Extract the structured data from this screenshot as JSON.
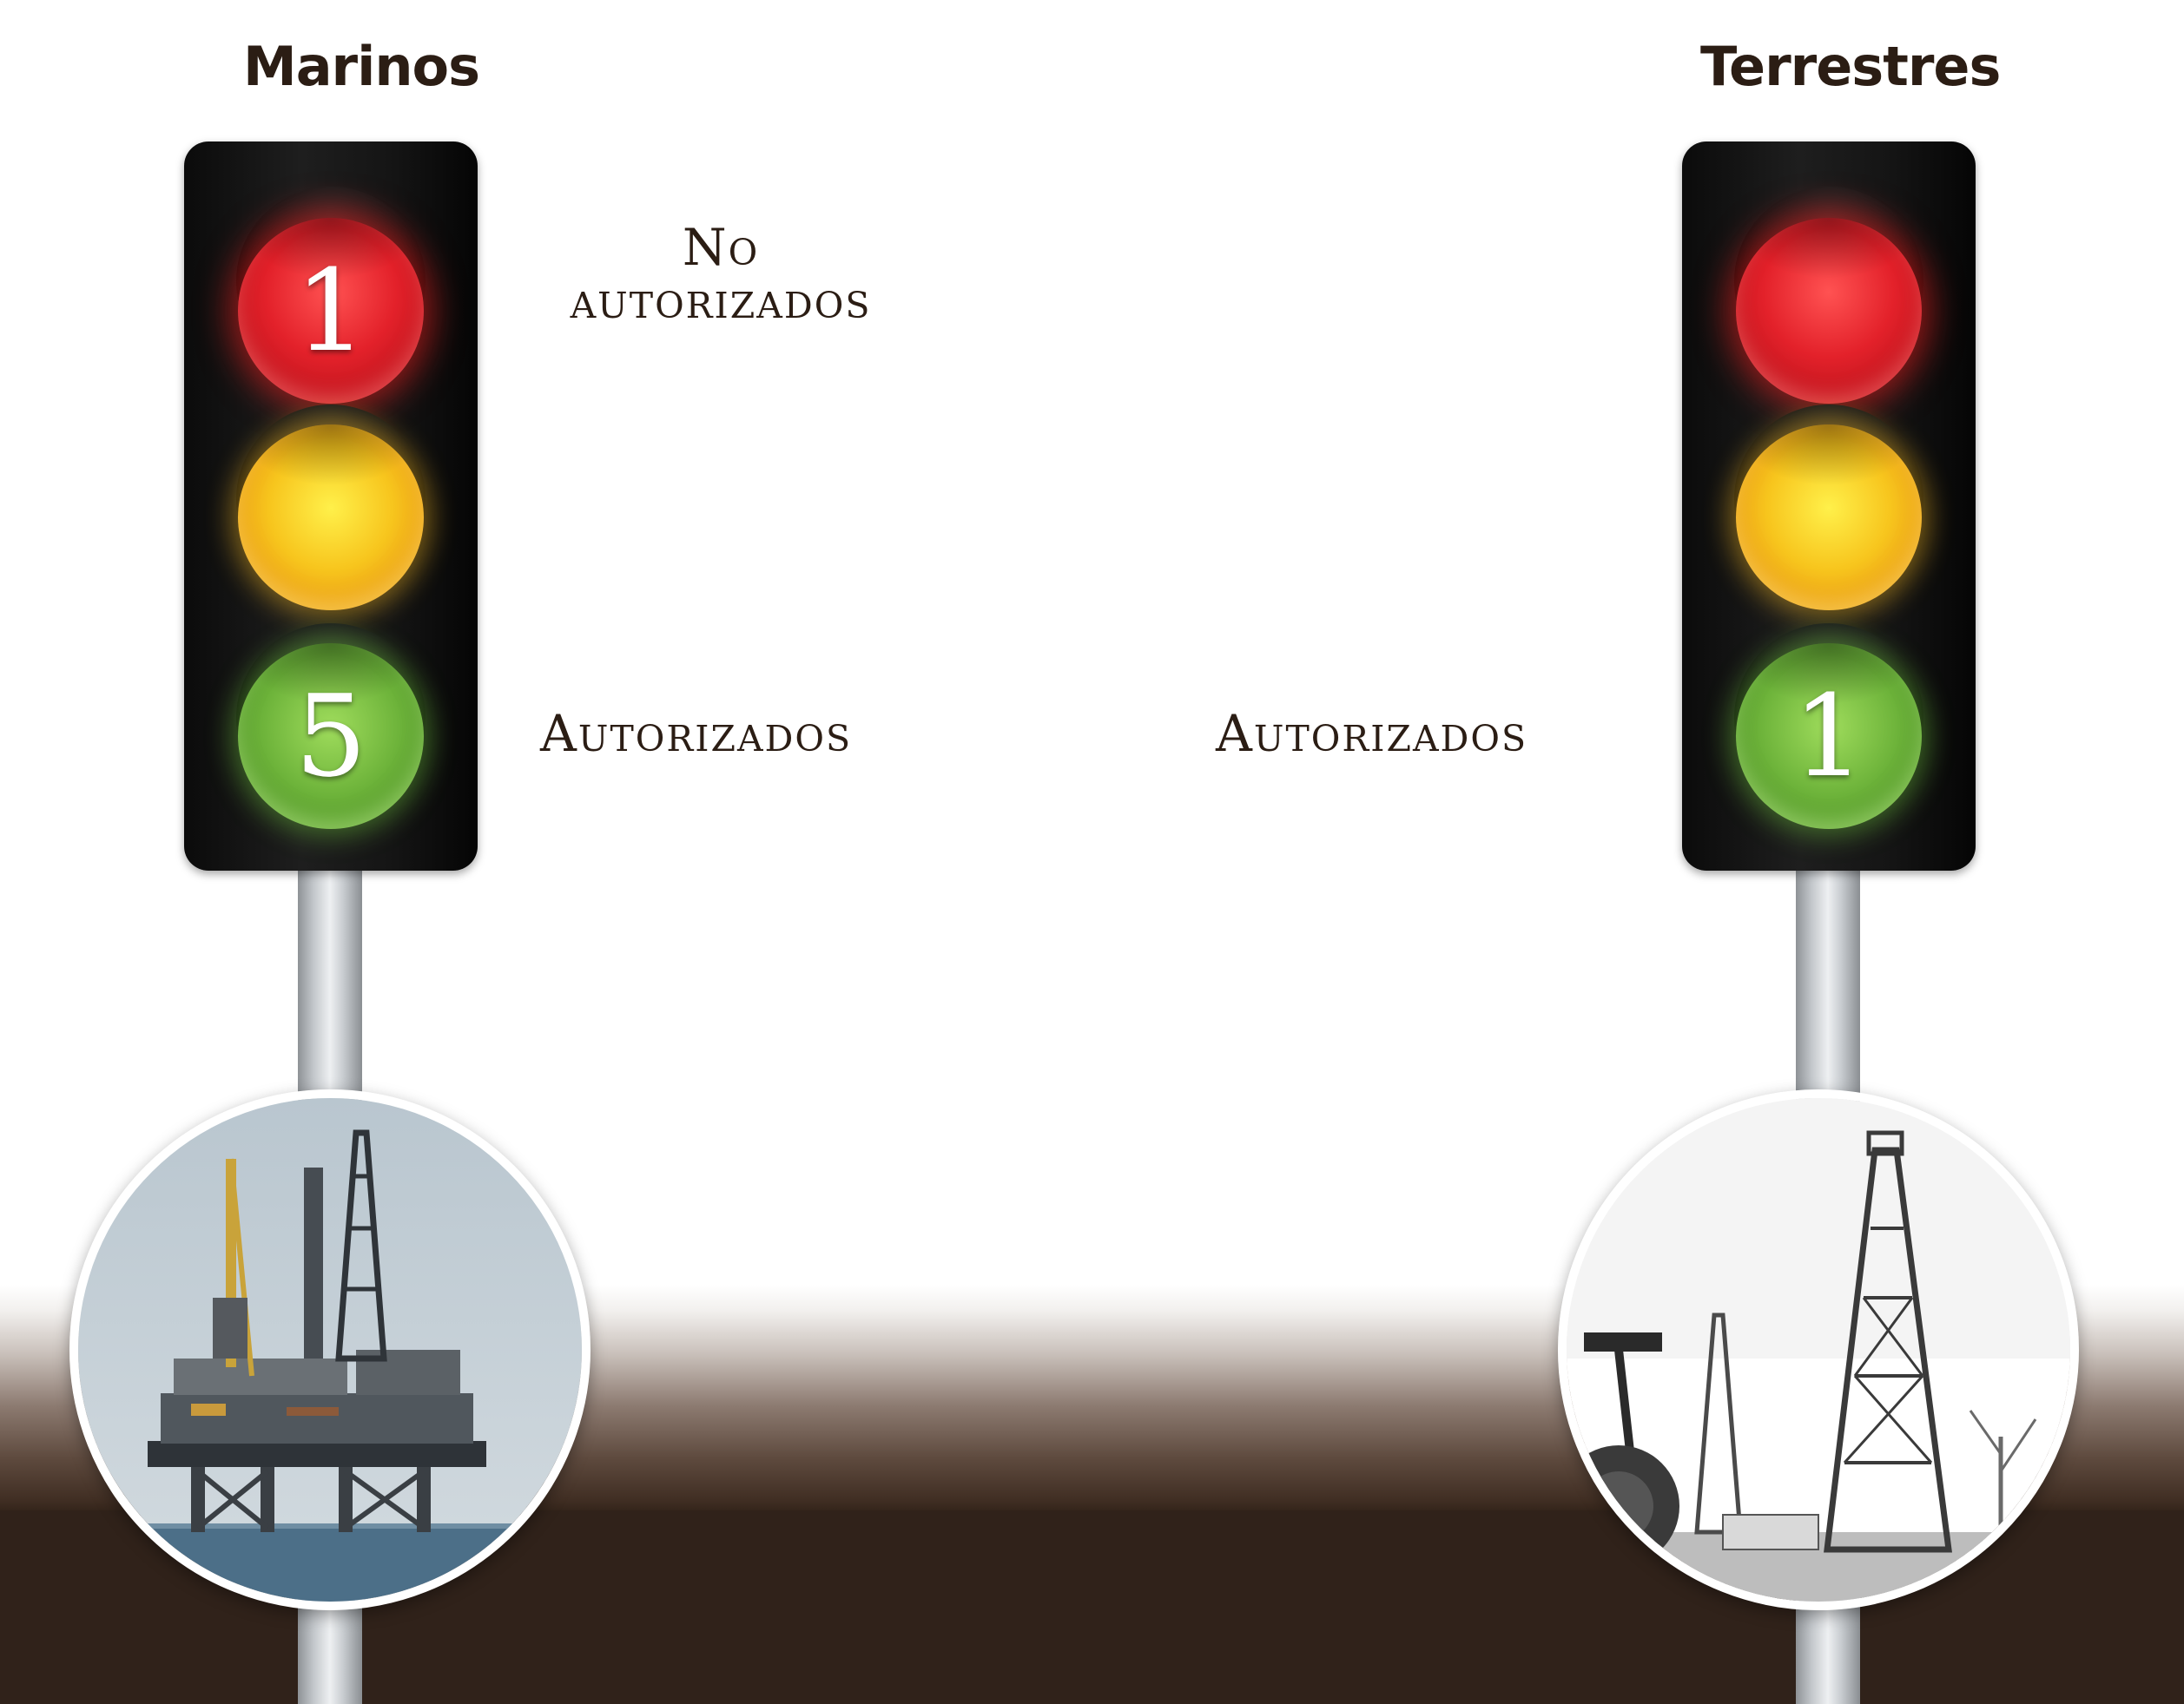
{
  "marinos": {
    "title": "Marinos",
    "red_count": "1",
    "green_count": "5",
    "red_label_line1": "No",
    "red_label_line2": "autorizados",
    "green_label": "Autorizados"
  },
  "terrestres": {
    "title": "Terrestres",
    "green_count": "1",
    "green_label": "Autorizados"
  },
  "icons": {
    "marinos_photo": "offshore-oil-platform-icon",
    "terrestres_photo": "land-drilling-rig-icon"
  },
  "colors": {
    "red": "#e3212a",
    "yellow": "#f7c51d",
    "green": "#6db33a",
    "text": "#2b1d14",
    "ground": "#30221a"
  }
}
